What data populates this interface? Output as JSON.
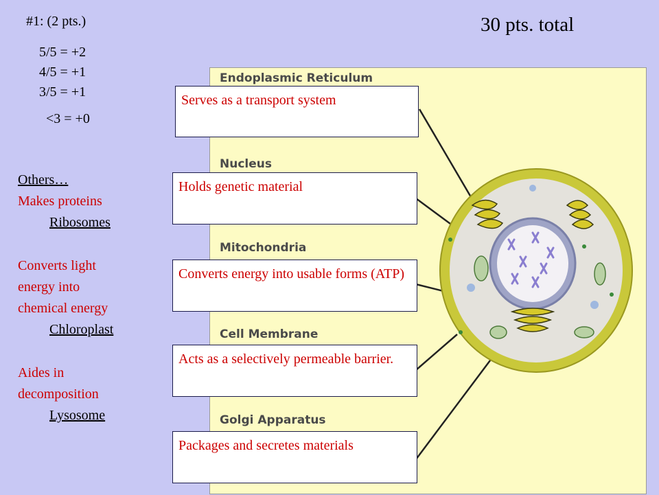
{
  "header": {
    "question": "#1:  (2 pts.)",
    "total": "30 pts. total"
  },
  "scoring": [
    "5/5 = +2",
    "4/5 = +1",
    "3/5 = +1",
    " <3 = +0"
  ],
  "others": {
    "heading": "Others…",
    "items": [
      {
        "clue_lines": [
          "Makes proteins"
        ],
        "answer": "Ribosomes"
      },
      {
        "clue_lines": [
          "Converts light",
          "energy into",
          "chemical energy"
        ],
        "answer": "Chloroplast"
      },
      {
        "clue_lines": [
          "Aides in",
          "decomposition"
        ],
        "answer": "Lysosome"
      }
    ]
  },
  "diagram": {
    "labels": [
      "Endoplasmic Reticulum",
      "Nucleus",
      "Mitochondria",
      "Cell Membrane",
      "Golgi Apparatus"
    ],
    "answers": [
      "Serves as a transport system",
      "Holds genetic material",
      "Converts energy into usable forms (ATP)",
      "Acts as a selectively permeable barrier.",
      "Packages and secretes materials"
    ]
  },
  "colors": {
    "background": "#c8c8f4",
    "panel": "#fdfbc4",
    "answer_text": "#cc0000"
  }
}
